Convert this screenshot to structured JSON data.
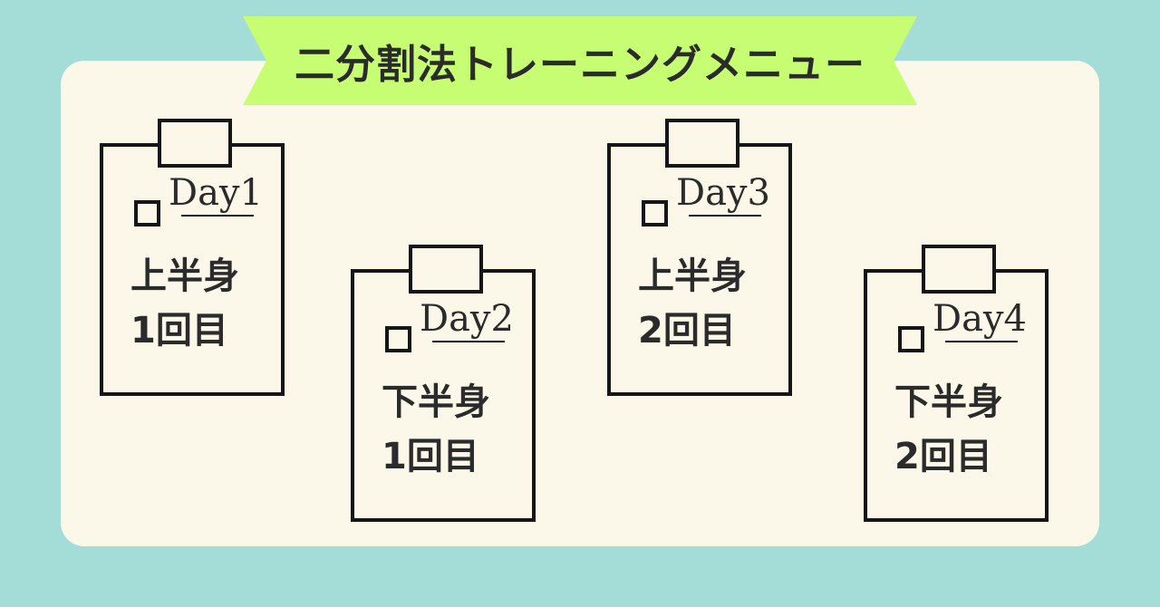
{
  "title": "二分割法トレーニングメニュー",
  "cards": [
    {
      "day": "Day1",
      "part": "上半身",
      "round": "1回目"
    },
    {
      "day": "Day2",
      "part": "下半身",
      "round": "1回目"
    },
    {
      "day": "Day3",
      "part": "上半身",
      "round": "2回目"
    },
    {
      "day": "Day4",
      "part": "下半身",
      "round": "2回目"
    }
  ]
}
